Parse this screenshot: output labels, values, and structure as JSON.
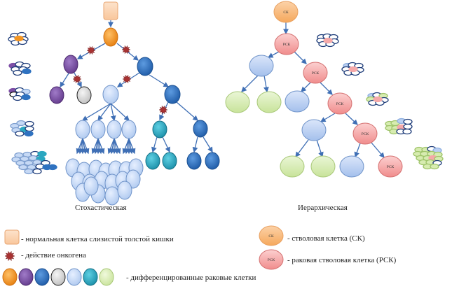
{
  "titles": {
    "stochastic": "Стохастическая",
    "hierarchical": "Иерархическая"
  },
  "node_labels": {
    "stem_cell": "СК",
    "cancer_stem_cell": "РСК"
  },
  "legend": {
    "normal_cell": "- нормальная клетка слизистой толстой кишки",
    "oncogene": "- действие онкогена",
    "differentiated": "- дифференцированные раковые клетки",
    "stem_cell": "- стволовая клетка (СК)",
    "cancer_stem_cell": "- раковая стволовая клетка (РСК)",
    "stem_cell_badge": "СК",
    "cancer_stem_cell_badge": "РСК"
  },
  "colors": {
    "normal_cell": "#fcd5b4",
    "orange": "#f39522",
    "purple": "#7d4fa6",
    "blue": "#2f72c0",
    "grey": "#d9d9d9",
    "light_blue": "#c6d9f5",
    "teal": "#2aa7c0",
    "light_green": "#d7ecb0",
    "stem_orange": "#f9c08b",
    "cancer_pink": "#f5a9a9",
    "oncogene": "#a52a2a",
    "arrow": "#3f6fb5",
    "outline_dark": "#1f3d7a"
  }
}
